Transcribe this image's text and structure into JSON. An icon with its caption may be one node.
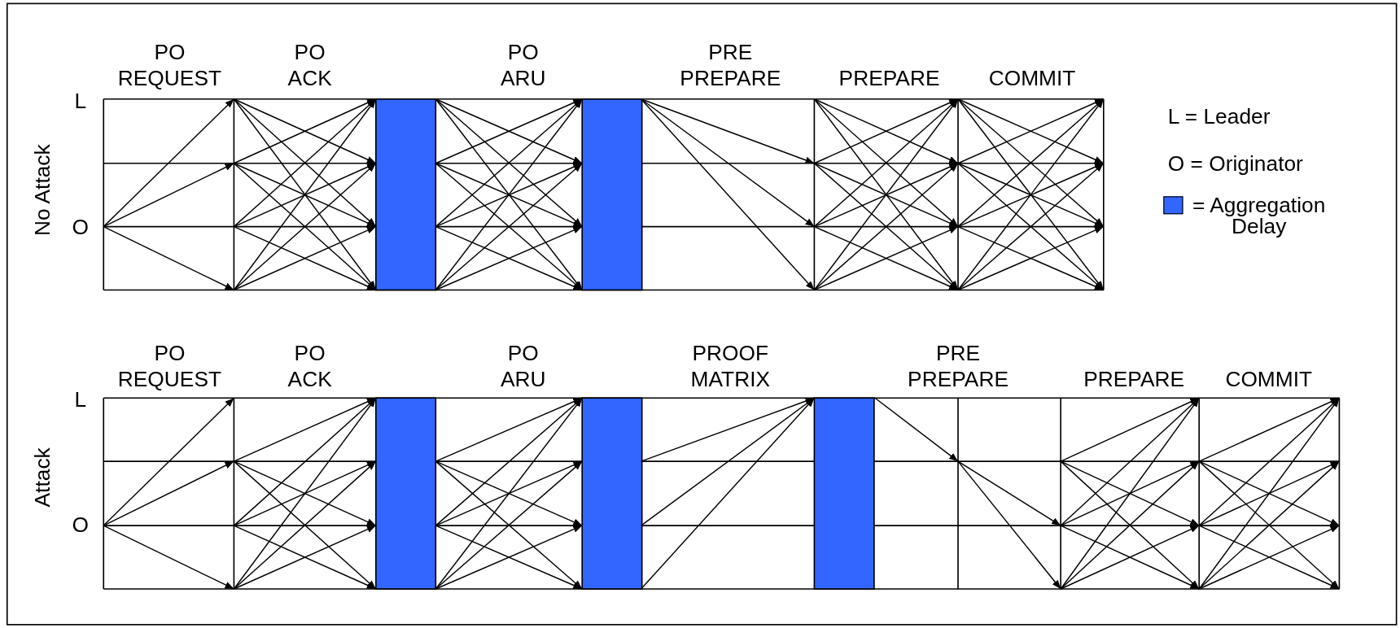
{
  "diagram": {
    "labels": [
      "PO REQUEST",
      "PO ACK",
      "PO ARU",
      "PRE PREPARE",
      "PREPARE",
      "COMMIT",
      "L",
      "No Attack",
      "O",
      "L = Leader",
      "O = Originator",
      "PO REQUEST",
      "PO ACK",
      "PO ARU",
      "PROOF MATRIX",
      "PRE PREPARE",
      "PREPARE",
      "COMMIT",
      "L",
      "Attack",
      "O"
    ],
    "legend": [
      {
        "text": "= Aggregation Delay",
        "color": "#3366ff"
      }
    ]
  }
}
